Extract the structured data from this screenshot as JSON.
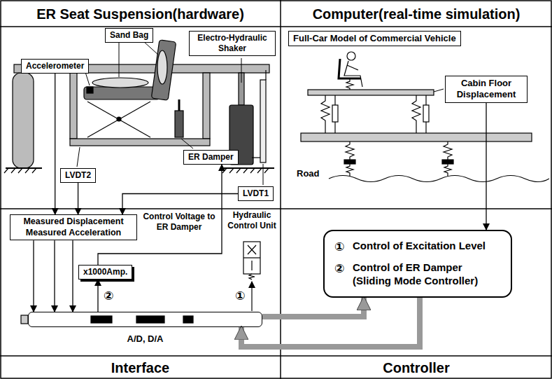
{
  "diagram": {
    "nodes": [
      {
        "text": [
          "Sand Bag"
        ]
      },
      {
        "text": [
          "Electro-Hydraulic Shaker"
        ]
      },
      {
        "text": [
          "Accelerometer"
        ]
      },
      {
        "text": [
          "ER Damper"
        ]
      },
      {
        "text": [
          "LVDT2"
        ]
      },
      {
        "text": [
          "LVDT1"
        ]
      },
      {
        "text": [
          "Full-Car Model of Commercial Vehicle"
        ]
      },
      {
        "text": [
          "Cabin Floor Displacement"
        ]
      },
      {
        "text": [
          "Measured Displacement Measured Acceleration"
        ]
      },
      {
        "text": [
          "x1000Amp."
        ]
      },
      {
        "text": [
          "①",
          "Control of Excitation Level",
          "②",
          "Control of ER Damper (Sliding Mode Controller)"
        ]
      },
      {
        "text": [
          "A/D, D/A"
        ]
      }
    ],
    "edges": [
      {
        "from": 2,
        "to": 8,
        "arrow": "to"
      },
      {
        "from": 4,
        "to": 8,
        "arrow": "to"
      },
      {
        "from": 5,
        "to": 8,
        "arrow": "to"
      },
      {
        "from": 7,
        "to": 10,
        "arrow": "to"
      },
      {
        "from": 8,
        "to": 11,
        "arrow": "to"
      },
      {
        "from": 8,
        "to": 11,
        "arrow": "to"
      },
      {
        "from": 8,
        "to": 11,
        "arrow": "to"
      },
      {
        "from": 11,
        "to": 9,
        "arrow": "to"
      },
      {
        "from": 9,
        "to": 3,
        "arrow": "to"
      },
      {
        "from": 11,
        "to": 10,
        "arrow": "to"
      },
      {
        "from": 10,
        "to": 11,
        "arrow": "to"
      }
    ],
    "labels": [
      "ER Seat Suspension(hardware)",
      "Computer(real-time simulation)",
      "Road",
      "Control Voltage to ER Damper",
      "Hydraulic Control Unit",
      "②",
      "①",
      "Interface",
      "Controller"
    ]
  }
}
